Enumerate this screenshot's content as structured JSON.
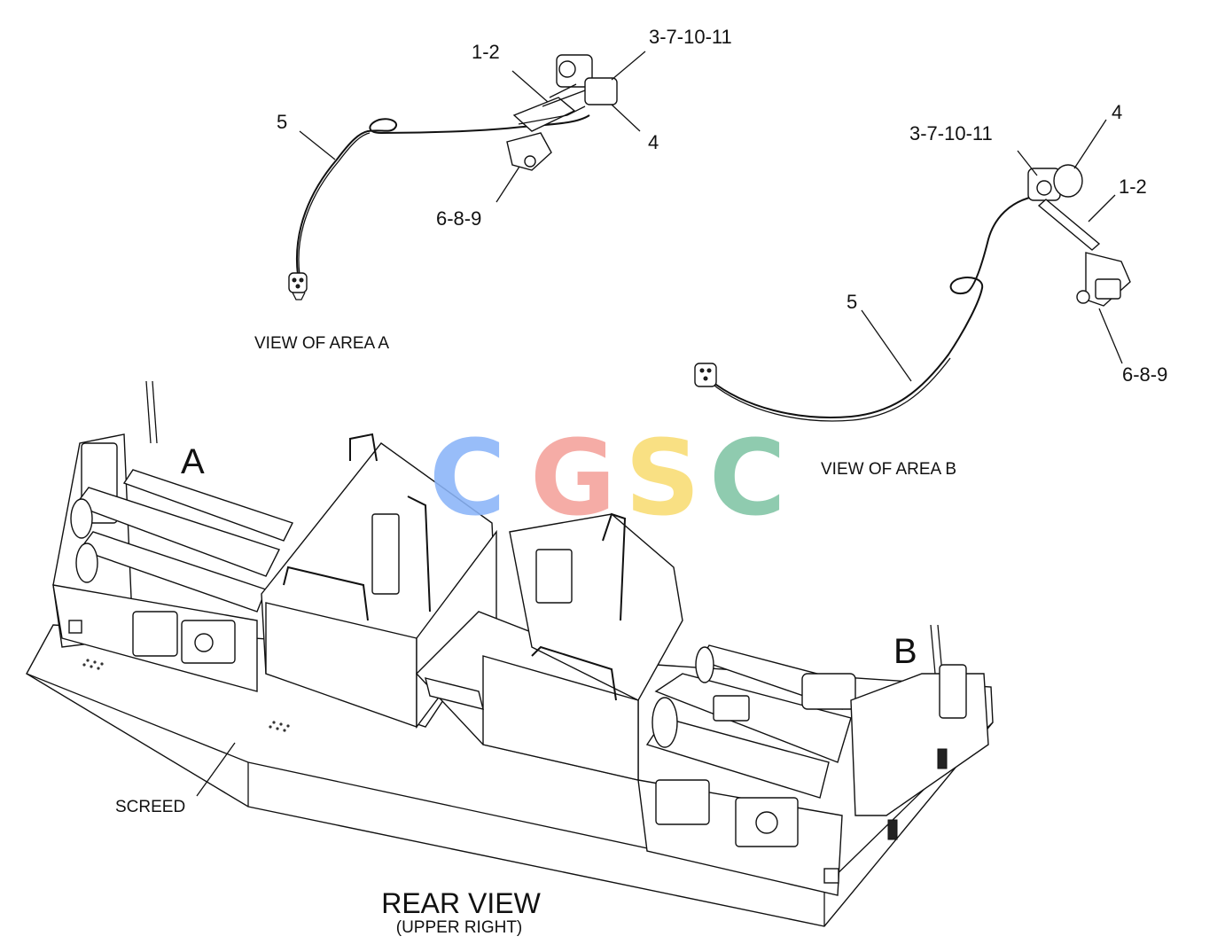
{
  "view_a": {
    "caption": "VIEW OF AREA  A",
    "callouts": {
      "harness": "5",
      "bolts": "1-2",
      "fittings": "3-7-10-11",
      "sensor": "4",
      "bracket_hardware": "6-8-9"
    }
  },
  "view_b": {
    "caption": "VIEW OF AREA  B",
    "callouts": {
      "harness": "5",
      "bolts": "1-2",
      "fittings": "3-7-10-11",
      "sensor": "4",
      "bracket_hardware": "6-8-9"
    }
  },
  "main_view": {
    "area_a_marker": "A",
    "area_b_marker": "B",
    "screed_label": "SCREED",
    "title": "REAR VIEW",
    "subtitle": "(UPPER RIGHT)"
  },
  "watermark": {
    "letters": [
      "C",
      "G",
      "S",
      "C"
    ],
    "colors": [
      "#8ab4f8",
      "#f4a09a",
      "#f8dc72",
      "#7fc4a4"
    ]
  }
}
